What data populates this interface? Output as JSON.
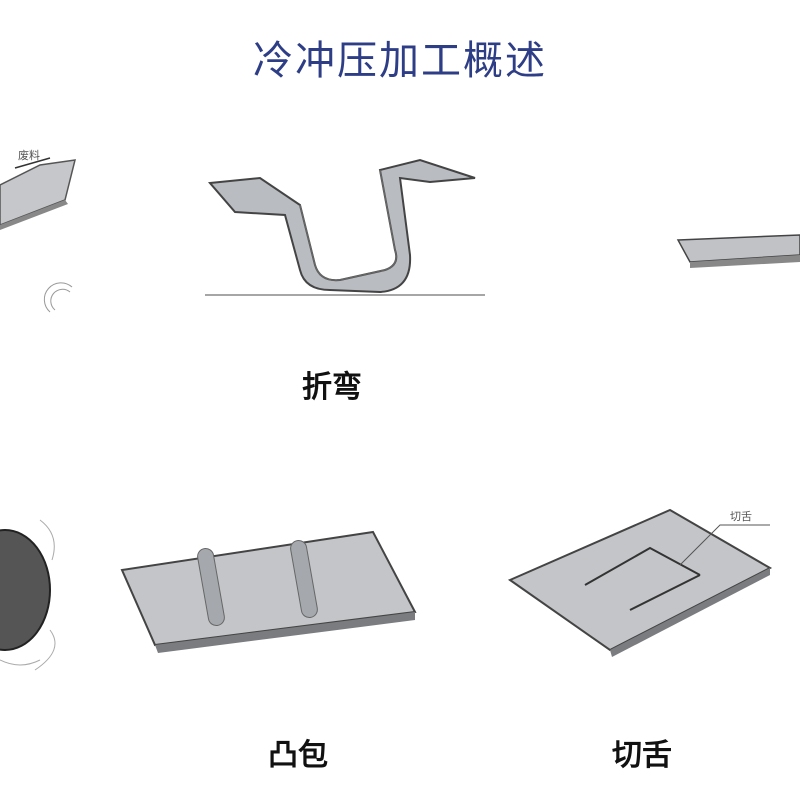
{
  "title": "冷冲压加工概述",
  "panels": {
    "scrap": {
      "label": "废料"
    },
    "bending": {
      "caption": "折弯"
    },
    "emboss": {
      "caption": "凸包"
    },
    "tongue": {
      "caption": "切舌",
      "label": "切舌"
    }
  },
  "colors": {
    "title": "#2e3e86",
    "metal": "#b9bcc0",
    "edge": "#555555"
  }
}
